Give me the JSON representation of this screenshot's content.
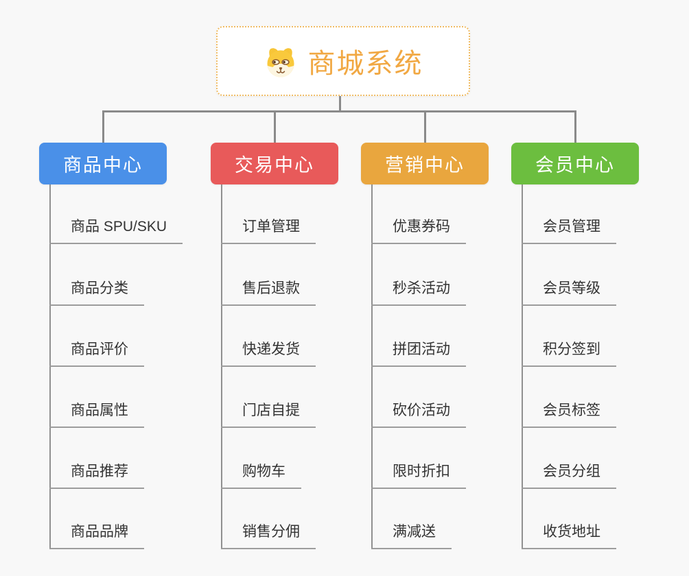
{
  "page": {
    "background_color": "#f8f8f8"
  },
  "root": {
    "title": "商城系统",
    "icon": "dog-face-icon",
    "text_color": "#f1a843",
    "border_color": "#f0bc64",
    "background_color": "#ffffff"
  },
  "branches": [
    {
      "title": "商品中心",
      "color": "#4a90e8",
      "items": [
        "商品 SPU/SKU",
        "商品分类",
        "商品评价",
        "商品属性",
        "商品推荐",
        "商品品牌"
      ]
    },
    {
      "title": "交易中心",
      "color": "#e85a5a",
      "items": [
        "订单管理",
        "售后退款",
        "快递发货",
        "门店自提",
        "购物车",
        "销售分佣"
      ]
    },
    {
      "title": "营销中心",
      "color": "#e9a63e",
      "items": [
        "优惠券码",
        "秒杀活动",
        "拼团活动",
        "砍价活动",
        "限时折扣",
        "满减送"
      ]
    },
    {
      "title": "会员中心",
      "color": "#6cbe3f",
      "items": [
        "会员管理",
        "会员等级",
        "积分签到",
        "会员标签",
        "会员分组",
        "收货地址"
      ]
    }
  ],
  "lines": {
    "connector_color": "#8a8a8a",
    "trunk_color": "#909090",
    "underline_color": "#9c9c9c"
  },
  "leaf_text_color": "#333333"
}
